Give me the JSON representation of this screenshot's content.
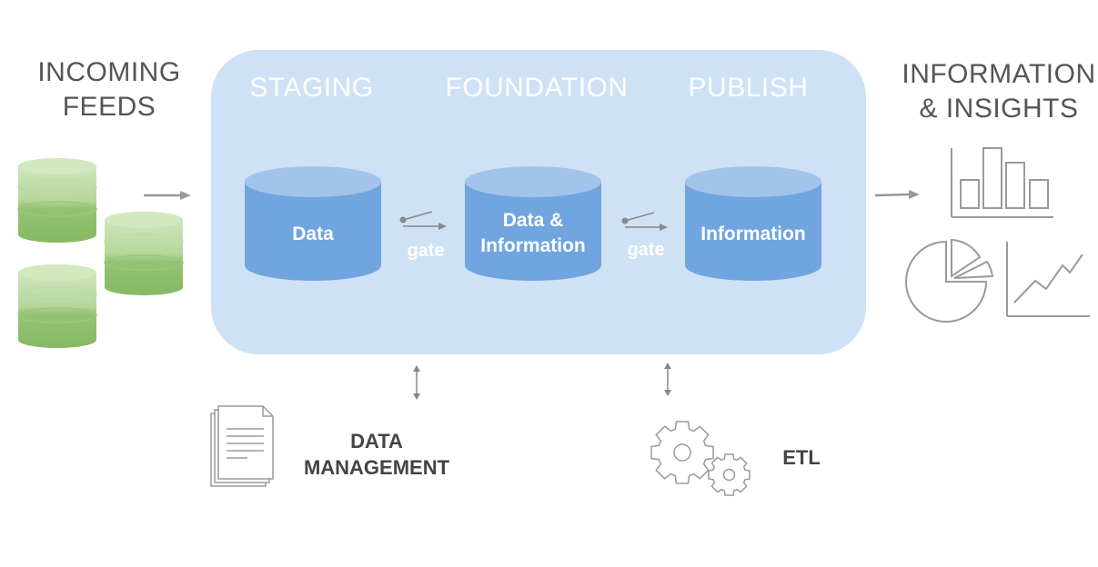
{
  "incoming_feeds": {
    "line1": "INCOMING",
    "line2": "FEEDS"
  },
  "outputs": {
    "line1": "INFORMATION",
    "line2": "& INSIGHTS"
  },
  "zones": {
    "staging": "STAGING",
    "foundation": "FOUNDATION",
    "publish": "PUBLISH"
  },
  "databases": {
    "data": "Data",
    "data_information_line1": "Data &",
    "data_information_line2": "Information",
    "information": "Information"
  },
  "gates": {
    "gate1": "gate",
    "gate2": "gate"
  },
  "bottom": {
    "data_management_line1": "DATA",
    "data_management_line2": "MANAGEMENT",
    "etl": "ETL"
  },
  "icons": [
    "database-stack-icon",
    "document-icon",
    "gears-icon",
    "bar-chart-icon",
    "pie-chart-icon",
    "line-chart-icon",
    "arrow-right-icon",
    "double-arrow-icon",
    "switch-icon"
  ],
  "colors": {
    "panel": "#cfe1f5",
    "db_body": "#70a5e0",
    "db_top": "#a3c4ea",
    "feed_dark": "#8fbf6a",
    "feed_light": "#c9e2b4",
    "text": "#555555"
  }
}
